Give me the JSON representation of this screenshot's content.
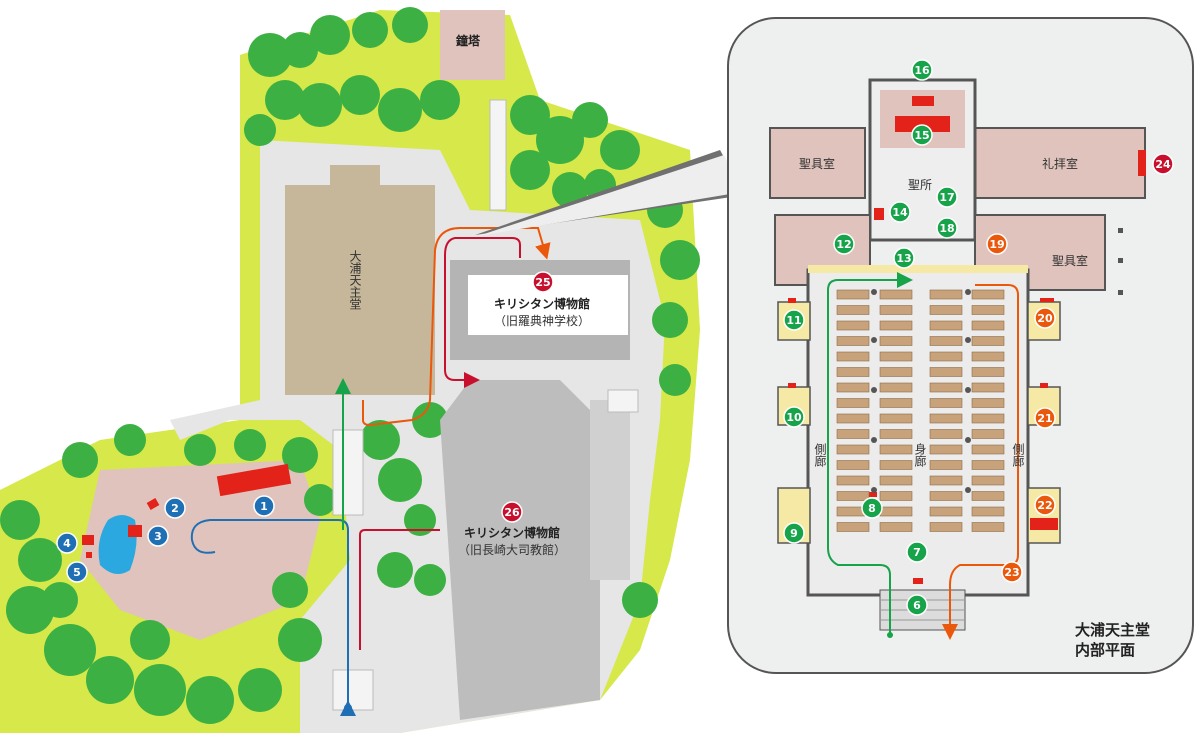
{
  "site_labels": {
    "bell_tower": "鐘塔",
    "oura_church": "大浦天主堂",
    "museum_25_name": "キリシタン博物館",
    "museum_25_sub": "（旧羅典神学校）",
    "museum_26_name": "キリシタン博物館",
    "museum_26_sub": "（旧長崎大司教館）"
  },
  "inset": {
    "title_line1": "大浦天主堂",
    "title_line2": "内部平面",
    "rooms": {
      "vestry_left": "聖具室",
      "sanctuary": "聖所",
      "chapel": "礼拝室",
      "vestry_right": "聖具室",
      "nave": "身廊",
      "aisle_left": "側廊",
      "aisle_right": "側廊"
    }
  },
  "colors": {
    "blue": "#1f6fb5",
    "green": "#16a34a",
    "orange": "#ea580c",
    "red": "#c8102e",
    "bright_red": "#e32219",
    "grass": "#d6e84a",
    "tree": "#3cb043",
    "plaza": "#e0c3bd",
    "ground": "#e6e6e6",
    "church_roof": "#c7b79a",
    "pond": "#2ba8e0"
  },
  "markers": [
    {
      "n": "1",
      "color": "blue"
    },
    {
      "n": "2",
      "color": "blue"
    },
    {
      "n": "3",
      "color": "blue"
    },
    {
      "n": "4",
      "color": "blue"
    },
    {
      "n": "5",
      "color": "blue"
    },
    {
      "n": "6",
      "color": "green"
    },
    {
      "n": "7",
      "color": "green"
    },
    {
      "n": "8",
      "color": "green"
    },
    {
      "n": "9",
      "color": "green"
    },
    {
      "n": "10",
      "color": "green"
    },
    {
      "n": "11",
      "color": "green"
    },
    {
      "n": "12",
      "color": "green"
    },
    {
      "n": "13",
      "color": "green"
    },
    {
      "n": "14",
      "color": "green"
    },
    {
      "n": "15",
      "color": "green"
    },
    {
      "n": "16",
      "color": "green"
    },
    {
      "n": "17",
      "color": "green"
    },
    {
      "n": "18",
      "color": "green"
    },
    {
      "n": "19",
      "color": "orange"
    },
    {
      "n": "20",
      "color": "orange"
    },
    {
      "n": "21",
      "color": "orange"
    },
    {
      "n": "22",
      "color": "orange"
    },
    {
      "n": "23",
      "color": "orange"
    },
    {
      "n": "24",
      "color": "red"
    },
    {
      "n": "25",
      "color": "red"
    },
    {
      "n": "26",
      "color": "red"
    }
  ]
}
